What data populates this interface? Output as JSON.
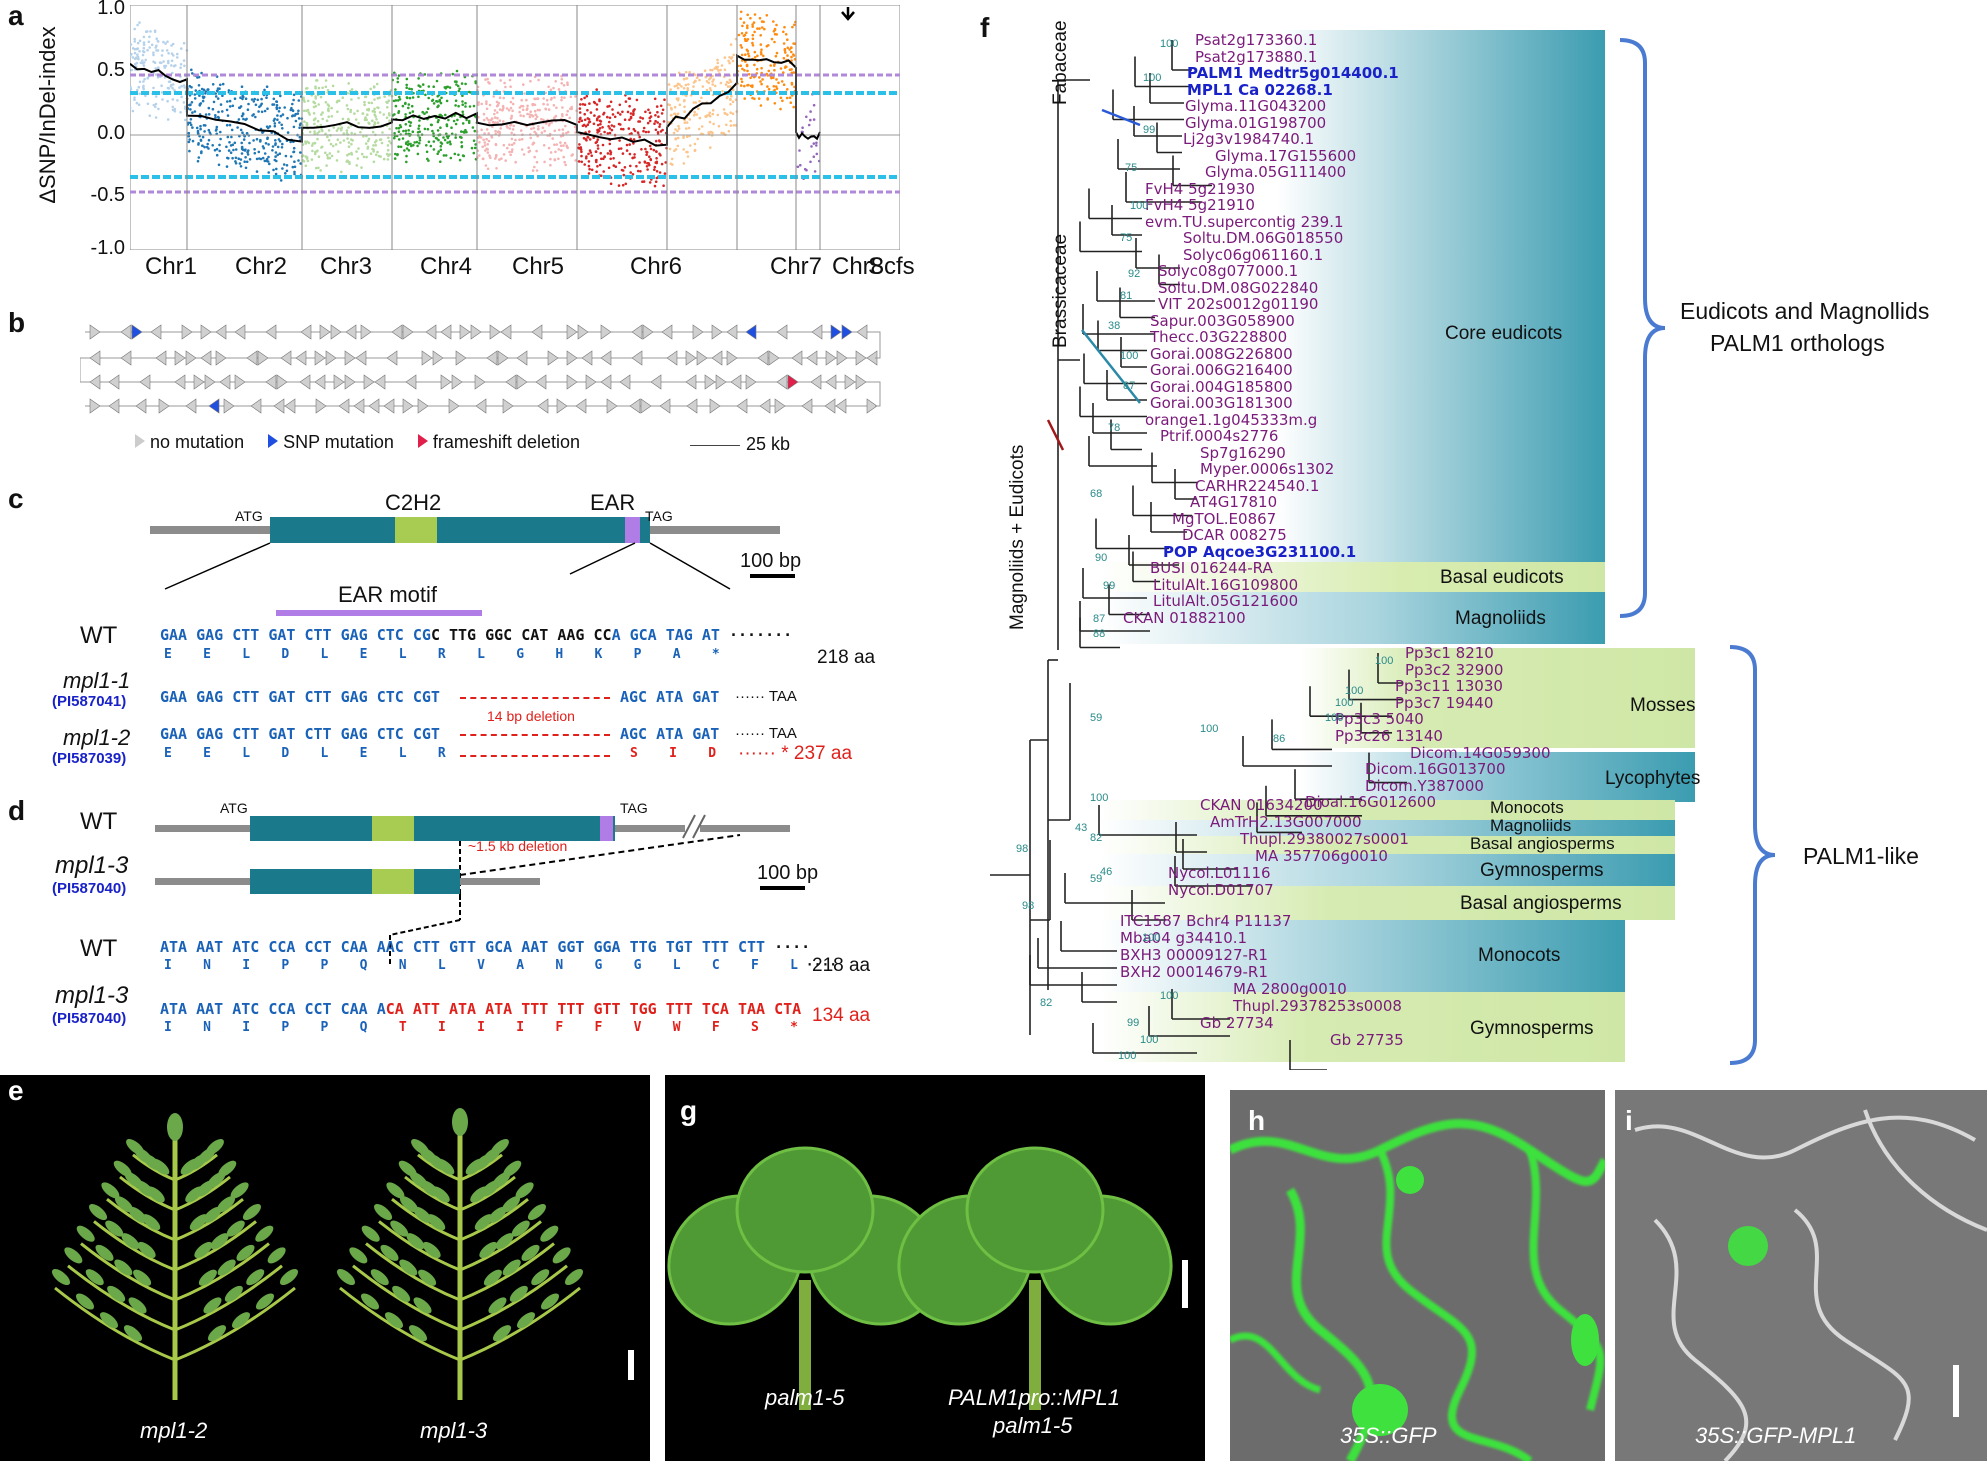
{
  "panels": {
    "a": "a",
    "b": "b",
    "c": "c",
    "d": "d",
    "e": "e",
    "f": "f",
    "g": "g",
    "h": "h",
    "i": "i"
  },
  "panel_a": {
    "ylabel": "ΔSNP/InDel-index",
    "yticks": [
      "1.0",
      "0.5",
      "0.0",
      "-0.5",
      "-1.0"
    ],
    "chromosomes": [
      "Chr1",
      "Chr2",
      "Chr3",
      "Chr4",
      "Chr5",
      "Chr6",
      "Chr7",
      "Chr8",
      "Scfs"
    ],
    "colors": [
      "#b6d2ea",
      "#1f77b4",
      "#b5dba1",
      "#2ca02c",
      "#f4b3b3",
      "#d62728",
      "#fbc58c",
      "#ff8c10",
      "#9467bd"
    ]
  },
  "panel_b": {
    "legend": [
      "no mutation",
      "SNP mutation",
      "frameshift deletion"
    ],
    "scale": "25 kb"
  },
  "panel_c": {
    "atg": "ATG",
    "tag": "TAG",
    "c2h2": "C2H2",
    "ear": "EAR",
    "scale": "100 bp",
    "ear_motif": "EAR motif",
    "wt": "WT",
    "wt_seq_blue": "GAA GAG CTT GAT CTT GAG CTC CG",
    "wt_seq_black": "C TTG GGC CAT AAG CC",
    "wt_seq_tail": "A GCA TAG AT",
    "wt_aa": "E    E    L    D    L    E    L    R    L    G    H    K    P    A    *",
    "wt_len": "218 aa",
    "m1": "mpl1-1",
    "m1_id": "(PI587041)",
    "m1_seq": "GAA GAG CTT GAT CTT GAG CTC CGT",
    "m1_tail": "AGC ATA GAT",
    "taa": "TAA",
    "deletion": "14 bp deletion",
    "m2": "mpl1-2",
    "m2_id": "(PI587039)",
    "m2_seq": "GAA GAG CTT GAT CTT GAG CTC CGT",
    "m2_tail": "AGC ATA GAT",
    "m2_aa": "E    E    L    D    L    E    L    R",
    "m2_aa_red": "S    I    D",
    "m2_len": "237 aa"
  },
  "panel_d": {
    "wt": "WT",
    "atg": "ATG",
    "tag": "TAG",
    "deletion": "~1.5 kb deletion",
    "m3": "mpl1-3",
    "m3_id": "(PI587040)",
    "scale": "100 bp",
    "wt_seq": "ATA AAT ATC CCA CCT CAA AAC CTT GTT GCA AAT GGT GGA TTG TGT TTT CTT",
    "wt_aa": "I    N    I    P    P    Q    N    L    V    A    N    G    G    L    C    F    L",
    "wt_len": "218 aa",
    "m3_seq": "ATA AAT ATC CCA CCT CAA A",
    "m3_seq_red": "CA ATT ATA ATA TTT TTT GTT TGG TTT TCA TAA CTA",
    "m3_aa": "I    N    I    P    P    Q",
    "m3_aa_red": "T    I    I    I    F    F    V    W    F    S    *",
    "m3_len": "134 aa"
  },
  "panel_e": {
    "labels": [
      "mpl1-2",
      "mpl1-3"
    ]
  },
  "panel_g": {
    "labels": [
      "palm1-5",
      "PALM1pro::MPL1",
      "palm1-5"
    ]
  },
  "panel_h": {
    "label": "35S::GFP"
  },
  "panel_i": {
    "label": "35S::GFP-MPL1"
  },
  "panel_f": {
    "brace_top": [
      "Eudicots and Magnollids",
      "PALM1 orthologs"
    ],
    "brace_bottom": "PALM1-like",
    "clade_labels": [
      "Fabaceae",
      "Brassicaceae",
      "Magnoliids + Eudicots"
    ],
    "groups": [
      "Core eudicots",
      "Basal eudicots",
      "Magnoliids",
      "Mosses",
      "Lycophytes",
      "Monocots",
      "Magnoliids",
      "Basal angiosperms",
      "Gymnosperms",
      "Basal angiosperms",
      "Monocots",
      "Gymnosperms"
    ],
    "taxa": [
      {
        "n": "Psat2g173360.1",
        "b": false
      },
      {
        "n": "Psat2g173880.1",
        "b": false
      },
      {
        "n": "PALM1 Medtr5g014400.1",
        "b": true
      },
      {
        "n": "MPL1 Ca 02268.1",
        "b": true
      },
      {
        "n": "Glyma.11G043200",
        "b": false
      },
      {
        "n": "Glyma.01G198700",
        "b": false
      },
      {
        "n": "Lj2g3v1984740.1",
        "b": false
      },
      {
        "n": "Glyma.17G155600",
        "b": false
      },
      {
        "n": "Glyma.05G111400",
        "b": false
      },
      {
        "n": "FvH4 5g21930",
        "b": false
      },
      {
        "n": "FvH4 5g21910",
        "b": false
      },
      {
        "n": "evm.TU.supercontig 239.1",
        "b": false
      },
      {
        "n": "Soltu.DM.06G018550",
        "b": false
      },
      {
        "n": "Solyc06g061160.1",
        "b": false
      },
      {
        "n": "Solyc08g077000.1",
        "b": false
      },
      {
        "n": "Soltu.DM.08G022840",
        "b": false
      },
      {
        "n": "VIT 202s0012g01190",
        "b": false
      },
      {
        "n": "Sapur.003G058900",
        "b": false
      },
      {
        "n": "Thecc.03G228800",
        "b": false
      },
      {
        "n": "Gorai.008G226800",
        "b": false
      },
      {
        "n": "Gorai.006G216400",
        "b": false
      },
      {
        "n": "Gorai.004G185800",
        "b": false
      },
      {
        "n": "Gorai.003G181300",
        "b": false
      },
      {
        "n": "orange1.1g045333m.g",
        "b": false
      },
      {
        "n": "Ptrif.0004s2776",
        "b": false
      },
      {
        "n": "Sp7g16290",
        "b": false
      },
      {
        "n": "Myper.0006s1302",
        "b": false
      },
      {
        "n": "CARHR224540.1",
        "b": false
      },
      {
        "n": "AT4G17810",
        "b": false
      },
      {
        "n": "MgTOL.E0867",
        "b": false
      },
      {
        "n": "DCAR 008275",
        "b": false
      },
      {
        "n": "POP Aqcoe3G231100.1",
        "b": true
      },
      {
        "n": "BUSI 016244-RA",
        "b": false
      },
      {
        "n": "LitulAlt.16G109800",
        "b": false
      },
      {
        "n": "LitulAlt.05G121600",
        "b": false
      },
      {
        "n": "CKAN 01882100",
        "b": false
      },
      {
        "n": "Pp3c1 8210",
        "b": false
      },
      {
        "n": "Pp3c2 32900",
        "b": false
      },
      {
        "n": "Pp3c11 13030",
        "b": false
      },
      {
        "n": "Pp3c7 19440",
        "b": false
      },
      {
        "n": "Pp3c3 5040",
        "b": false
      },
      {
        "n": "Pp3c26 13140",
        "b": false
      },
      {
        "n": "Dicom.14G059300",
        "b": false
      },
      {
        "n": "Dicom.16G013700",
        "b": false
      },
      {
        "n": "Dicom.Y387000",
        "b": false
      },
      {
        "n": "Dioal.16G012600",
        "b": false
      },
      {
        "n": "CKAN 01634200",
        "b": false
      },
      {
        "n": "AmTrH2.13G007000",
        "b": false
      },
      {
        "n": "Thupl.29380027s0001",
        "b": false
      },
      {
        "n": "MA 357706g0010",
        "b": false
      },
      {
        "n": "Nycol.L01116",
        "b": false
      },
      {
        "n": "Nycol.D01707",
        "b": false
      },
      {
        "n": "ITC1587 Bchr4 P11137",
        "b": false
      },
      {
        "n": "Mba04 g34410.1",
        "b": false
      },
      {
        "n": "BXH3 00009127-R1",
        "b": false
      },
      {
        "n": "BXH2 00014679-R1",
        "b": false
      },
      {
        "n": "MA 2800g0010",
        "b": false
      },
      {
        "n": "Thupl.29378253s0008",
        "b": false
      },
      {
        "n": "Gb 27734",
        "b": false
      },
      {
        "n": "Gb 27735",
        "b": false
      }
    ],
    "bootstrap": [
      "100",
      "100",
      "99",
      "75",
      "100",
      "75",
      "92",
      "81",
      "38",
      "100",
      "87",
      "78",
      "68",
      "90",
      "99",
      "87",
      "88",
      "100",
      "100",
      "100",
      "100",
      "100",
      "86",
      "100",
      "59",
      "43",
      "82",
      "98",
      "46",
      "59",
      "98",
      "100",
      "100",
      "99",
      "82",
      "100",
      "100"
    ]
  }
}
